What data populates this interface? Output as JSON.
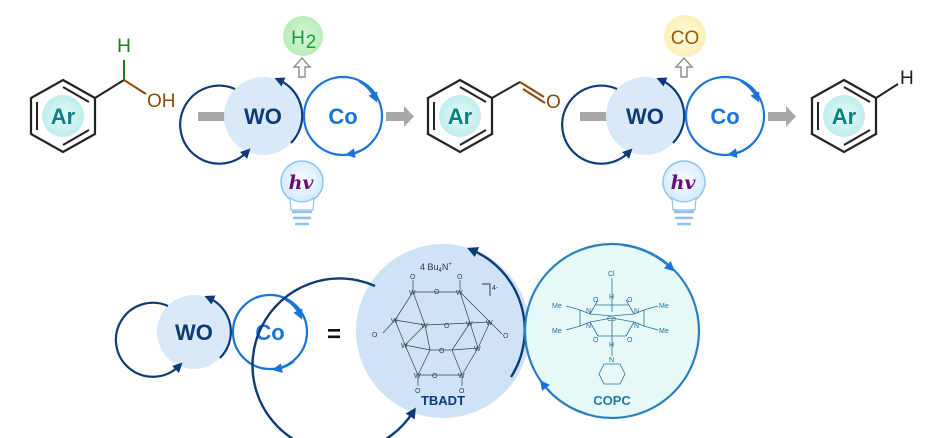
{
  "scheme": {
    "step1": {
      "reactant": {
        "group": "Ar",
        "substituent_h": "H",
        "substituent_oh": "OH"
      },
      "byproduct": "H2",
      "light": "hv"
    },
    "step2": {
      "intermediate": {
        "group": "Ar",
        "substituent_o": "O"
      },
      "byproduct": "CO",
      "light": "hv"
    },
    "product": {
      "group": "Ar",
      "substituent_h": "H"
    },
    "catalyst_labels": {
      "tungstate": "WO",
      "cobalt": "Co"
    }
  },
  "legend": {
    "wo": "WO",
    "co": "Co",
    "equals": "=",
    "tbadt": {
      "name": "TBADT",
      "counterion_prefix": "4 Bu",
      "counterion_sub": "4",
      "counterion_suffix": "N",
      "counterion_charge": "+",
      "charge": "4-"
    },
    "copc": {
      "name": "COPC",
      "cl": "Cl",
      "co": "Co",
      "h_top": "H",
      "h_bottom": "H",
      "n": "N",
      "me": "Me",
      "o": "O"
    }
  },
  "colors": {
    "wo_dark": "#0d3b78",
    "co_blue": "#1a73d9",
    "ar_teal": "#0f7f86",
    "arrow_gray": "#a8a8a8",
    "h2_green": "#1c9a3a",
    "co_gas": "#9a5a00",
    "oh_brown": "#8b4a0a",
    "hv_purple": "#6b0a7a"
  }
}
